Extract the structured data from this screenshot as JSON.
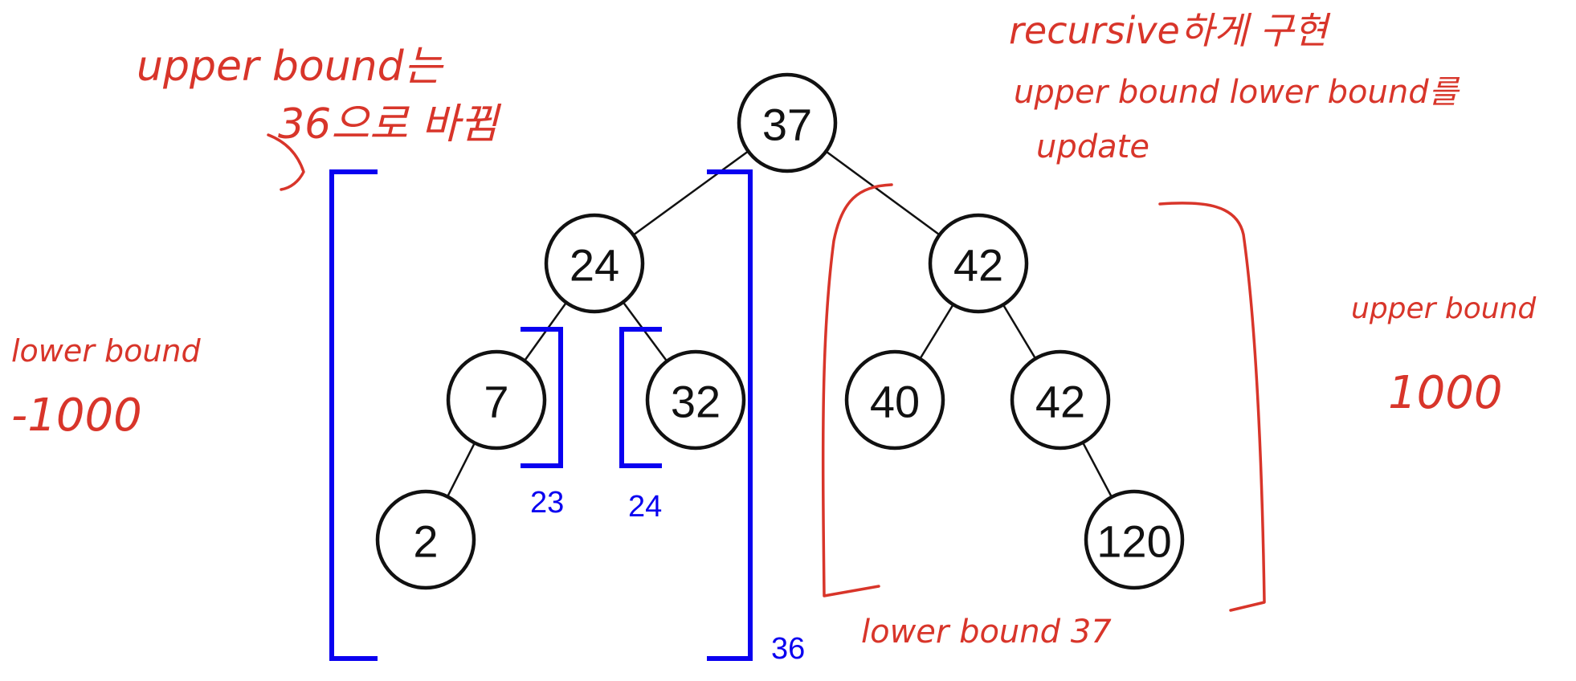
{
  "tree": {
    "nodes": [
      {
        "id": "n37",
        "label": "37"
      },
      {
        "id": "n24",
        "label": "24"
      },
      {
        "id": "n42a",
        "label": "42"
      },
      {
        "id": "n7",
        "label": "7"
      },
      {
        "id": "n32",
        "label": "32"
      },
      {
        "id": "n40",
        "label": "40"
      },
      {
        "id": "n42b",
        "label": "42"
      },
      {
        "id": "n2",
        "label": "2"
      },
      {
        "id": "n120",
        "label": "120"
      }
    ],
    "edges": [
      [
        "n37",
        "n24"
      ],
      [
        "n37",
        "n42a"
      ],
      [
        "n24",
        "n7"
      ],
      [
        "n24",
        "n32"
      ],
      [
        "n42a",
        "n40"
      ],
      [
        "n42a",
        "n42b"
      ],
      [
        "n7",
        "n2"
      ],
      [
        "n42b",
        "n120"
      ]
    ]
  },
  "bounds": {
    "left_subtree_upper": "36",
    "node7_upper": "23",
    "node32_lower": "24"
  },
  "annotations": {
    "upper_bound_note_line1": "upper bound는",
    "upper_bound_note_line2": "36으로 바뀜",
    "recursive_note_line1": "recursive하게 구현",
    "recursive_note_line2": "upper bound  lower bound를",
    "recursive_note_line3": "update",
    "left_lower_label": "lower bound",
    "left_lower_value": "-1000",
    "right_upper_label": "upper bound",
    "right_upper_value": "1000",
    "right_subtree_lower": "lower bound 37"
  },
  "colors": {
    "bracket": "#0a00f0",
    "handwriting": "#d8352a",
    "tree": "#111111"
  }
}
